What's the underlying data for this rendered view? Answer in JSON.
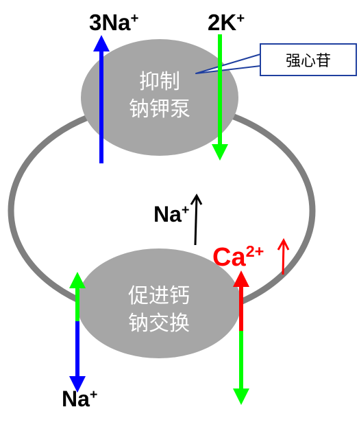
{
  "pumps": {
    "na_k_pump": {
      "line1": "抑制",
      "line2": "钠钾泵"
    },
    "na_ca_exchanger": {
      "line1": "促进钙",
      "line2": "钠交换"
    }
  },
  "callout": {
    "text": "强心苷"
  },
  "ions": {
    "top_na": {
      "prefix": "3Na",
      "charge": "+"
    },
    "top_k": {
      "prefix": "2K",
      "charge": "+"
    },
    "middle_na": {
      "prefix": "Na",
      "charge": "+"
    },
    "ca": {
      "prefix": "Ca",
      "charge": "2+"
    },
    "bottom_na": {
      "prefix": "Na",
      "charge": "+"
    }
  },
  "colors": {
    "membrane": "#7f7f7f",
    "pump_fill": "#a6a6a6",
    "na_arrow": "#0000ff",
    "k_arrow": "#00ff00",
    "ca_arrow": "#ff0000",
    "callout_border": "#1f3f9f"
  }
}
